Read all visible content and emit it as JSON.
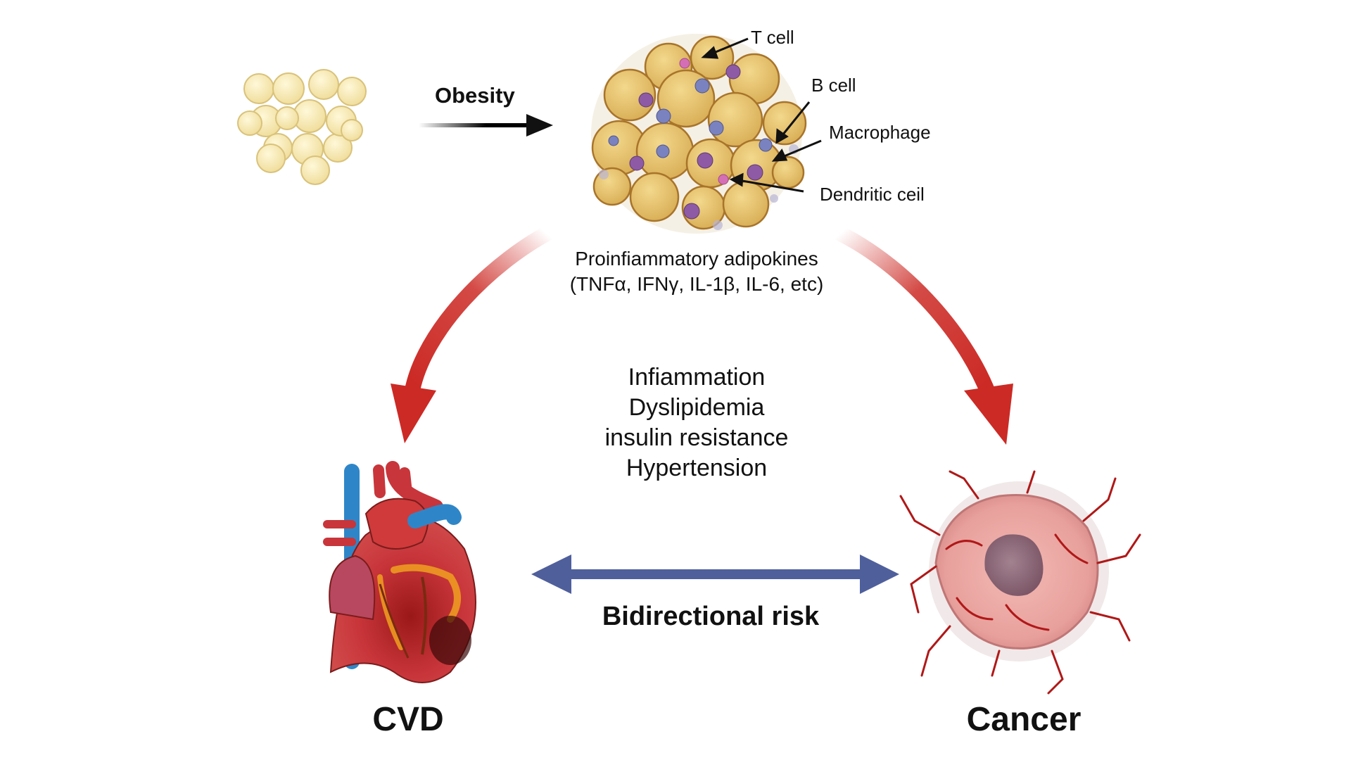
{
  "labels": {
    "obesity": "Obesity",
    "t_cell": "T cell",
    "b_cell": "B cell",
    "macrophage": "Macrophage",
    "dendritic_cell": "Dendritic ceil",
    "adipokines_line1": "Proinfiammatory adipokines",
    "adipokines_line2": "(TNFα, IFNγ, IL-1β, IL-6, etc)",
    "mechanisms": [
      "Infiammation",
      "Dyslipidemia",
      "insulin resistance",
      "Hypertension"
    ],
    "bidirectional": "Bidirectional risk",
    "cvd": "CVD",
    "cancer": "Cancer"
  },
  "colors": {
    "fat_cell_light": "#f5e7b0",
    "fat_cell_inflamed": "#e2c06a",
    "fat_cell_outline": "#a8742a",
    "red_arrow": "#cc2a25",
    "blue_arrow": "#4f5f9c",
    "t_cell": "#d56fb5",
    "b_cell": "#7a82bf",
    "macrophage": "#8e5aa5",
    "heart_red": "#c8353a",
    "heart_blue": "#2e86c8",
    "tumor_pink": "#e8a7a3",
    "tumor_core": "#8a6270",
    "vessel": "#b01818"
  },
  "icons": [
    "healthy-fat-cells-icon",
    "inflamed-adipose-tissue-icon",
    "heart-icon",
    "tumor-icon"
  ]
}
